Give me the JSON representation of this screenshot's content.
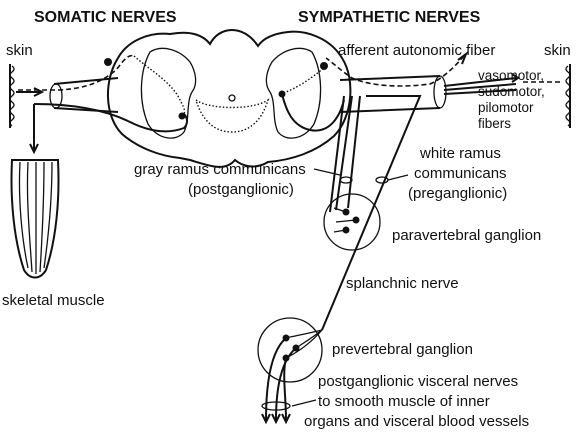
{
  "headers": {
    "somatic": "SOMATIC NERVES",
    "sympathetic": "SYMPATHETIC NERVES"
  },
  "labels": {
    "skin_left": "skin",
    "skin_right": "skin",
    "afferent": "afferent autonomic fiber",
    "vasomotor": [
      "vasomotor,",
      "sudomotor,",
      "pilomotor",
      "fibers"
    ],
    "gray_ramus": [
      "gray ramus communicans",
      "(postganglionic)"
    ],
    "white_ramus": [
      "white ramus",
      "communicans",
      "(preganglionic)"
    ],
    "paravertebral": "paravertebral ganglion",
    "splanchnic": "splanchnic nerve",
    "skeletal_muscle": "skeletal muscle",
    "prevertebral": "prevertebral ganglion",
    "postganglionic": [
      "postganglionic visceral nerves",
      "to smooth muscle of inner",
      "organs and visceral blood vessels"
    ]
  }
}
